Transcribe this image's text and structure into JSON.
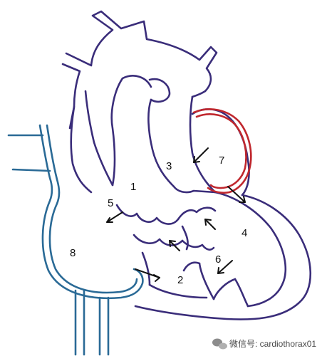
{
  "colors": {
    "outline": "#3a2d7a",
    "blue": "#2a6a96",
    "red": "#c0272d",
    "arrow": "#111111",
    "label": "#111111",
    "background": "#ffffff"
  },
  "labels": {
    "l1": "1",
    "l2": "2",
    "l3": "3",
    "l4": "4",
    "l5": "5",
    "l6": "6",
    "l7": "7",
    "l8": "8"
  },
  "watermark": {
    "icon": "wechat-icon",
    "text": "微信号: cardiothorax01"
  }
}
